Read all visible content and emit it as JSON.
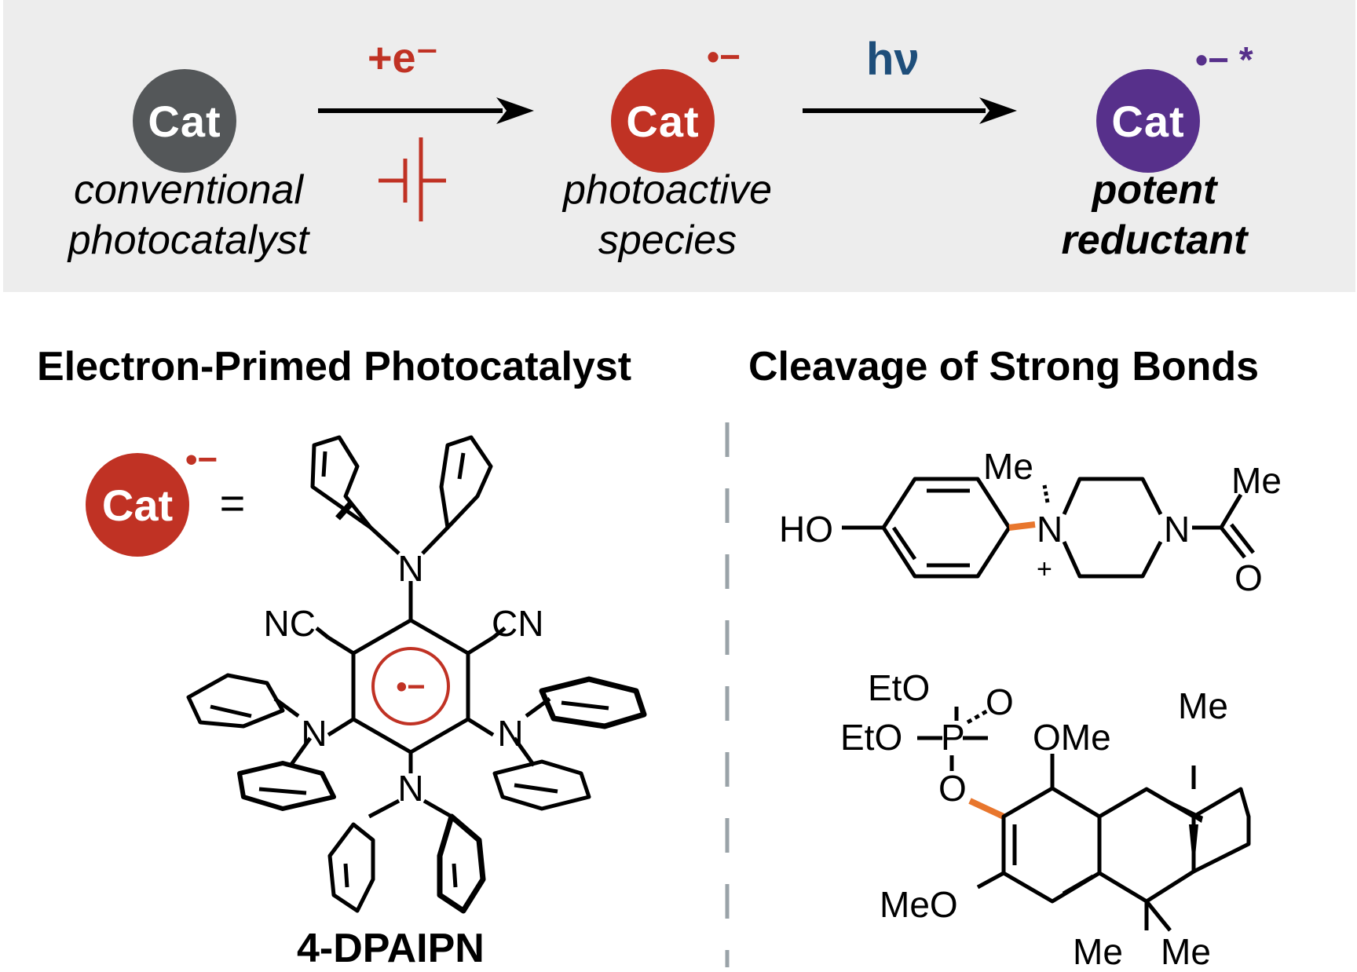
{
  "scheme": {
    "cat_label": "Cat",
    "step1_reagent": "+e⁻",
    "step2_reagent": "hν",
    "radical_anion_sup": "•−",
    "excited_sup": "•− *",
    "species": {
      "conventional_line1": "conventional",
      "conventional_line2": "photocatalyst",
      "photoactive_line1": "photoactive",
      "photoactive_line2": "species",
      "potent_line1": "potent",
      "potent_line2": "reductant"
    }
  },
  "sections": {
    "left_title": "Electron-Primed Photocatalyst",
    "right_title": "Cleavage of Strong Bonds"
  },
  "catalyst": {
    "equals": "=",
    "name": "4-DPAIPN",
    "atoms": {
      "N": "N",
      "NC": "NC",
      "CN": "CN",
      "ring_charge": "•−"
    }
  },
  "substrate1": {
    "HO": "HO",
    "Me": "Me",
    "N": "N",
    "plus": "+",
    "O": "O"
  },
  "substrate2": {
    "EtO": "EtO",
    "P": "P",
    "O": "O",
    "OMe": "OMe",
    "MeO": "MeO",
    "Me": "Me"
  },
  "colors": {
    "banner": "#ededed",
    "cat_neutral": "#545759",
    "cat_radical_anion": "#c03224",
    "cat_excited": "#57308b",
    "photon_blue": "#1e4e7a",
    "highlight_bond": "#e8762d",
    "divider": "#9aa3a8"
  }
}
